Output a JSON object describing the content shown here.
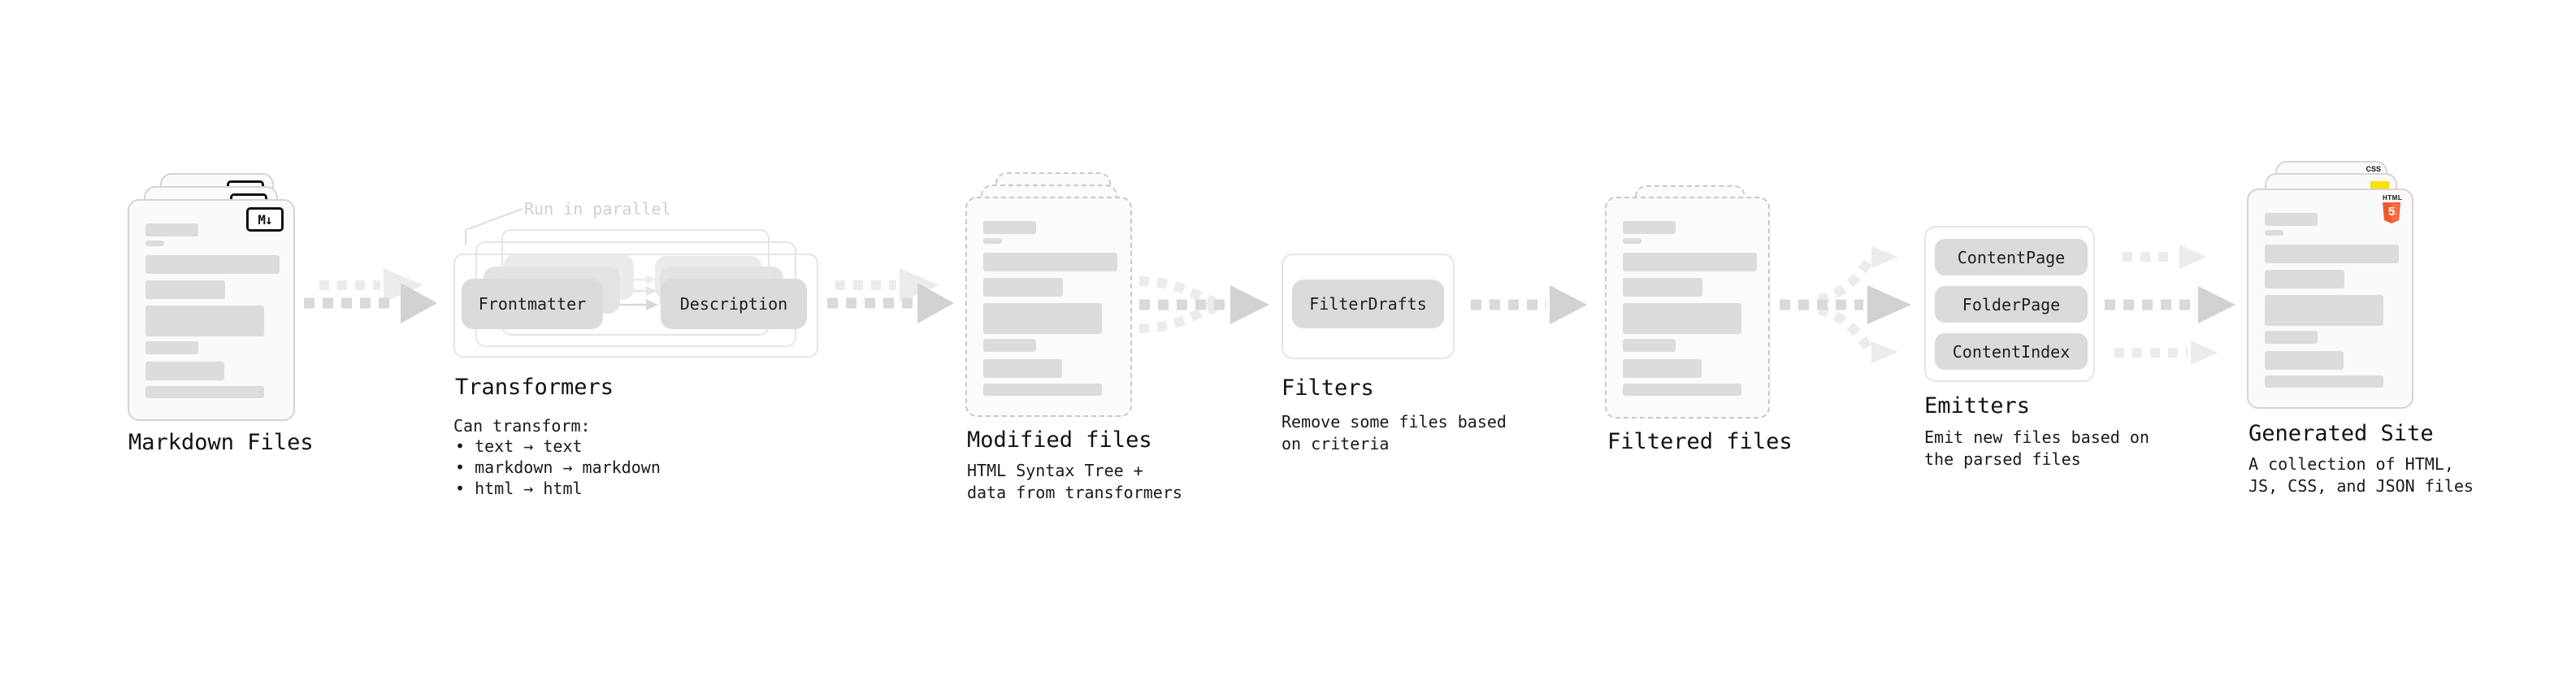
{
  "palette": {
    "background": "#ffffff",
    "card_fill": "#fafafa",
    "card_border": "#d5d5d5",
    "dashed_card_border": "#c8c8c8",
    "placeholder_bar": "#dcdcdc",
    "pill_fill": "#dbdbdb",
    "frame_border": "#e5e5e5",
    "arrow_dark": "#d9d9d9",
    "arrow_light": "#ececec",
    "annotation_gray": "#cfcfcf",
    "text": "#1a1a1a",
    "html5_orange": "#f05a28",
    "js_yellow": "#ffe000",
    "css_blue": "#2f6bf0"
  },
  "stages": {
    "markdown_files": {
      "label": "Markdown Files",
      "badge": "M↓"
    },
    "transformers": {
      "label": "Transformers",
      "annotation": "Run in parallel",
      "input_pill": "Frontmatter",
      "output_pill": "Description",
      "caption": "Can transform:",
      "bullets": [
        "• text → text",
        "• markdown → markdown",
        "• html → html"
      ]
    },
    "modified_files": {
      "label": "Modified files",
      "sub_lines": [
        "HTML Syntax Tree +",
        "data from transformers"
      ]
    },
    "filters": {
      "label": "Filters",
      "pill": "FilterDrafts",
      "sub_lines": [
        "Remove some files based",
        "on criteria"
      ]
    },
    "filtered_files": {
      "label": "Filtered files"
    },
    "emitters": {
      "label": "Emitters",
      "pills": [
        "ContentPage",
        "FolderPage",
        "ContentIndex"
      ],
      "sub_lines": [
        "Emit new files based on",
        "the parsed files"
      ]
    },
    "generated_site": {
      "label": "Generated Site",
      "sub_lines": [
        "A collection of HTML,",
        "JS, CSS, and JSON files"
      ],
      "badges": {
        "css": "CSS",
        "html_word": "HTML",
        "html5_number": "5"
      }
    }
  }
}
